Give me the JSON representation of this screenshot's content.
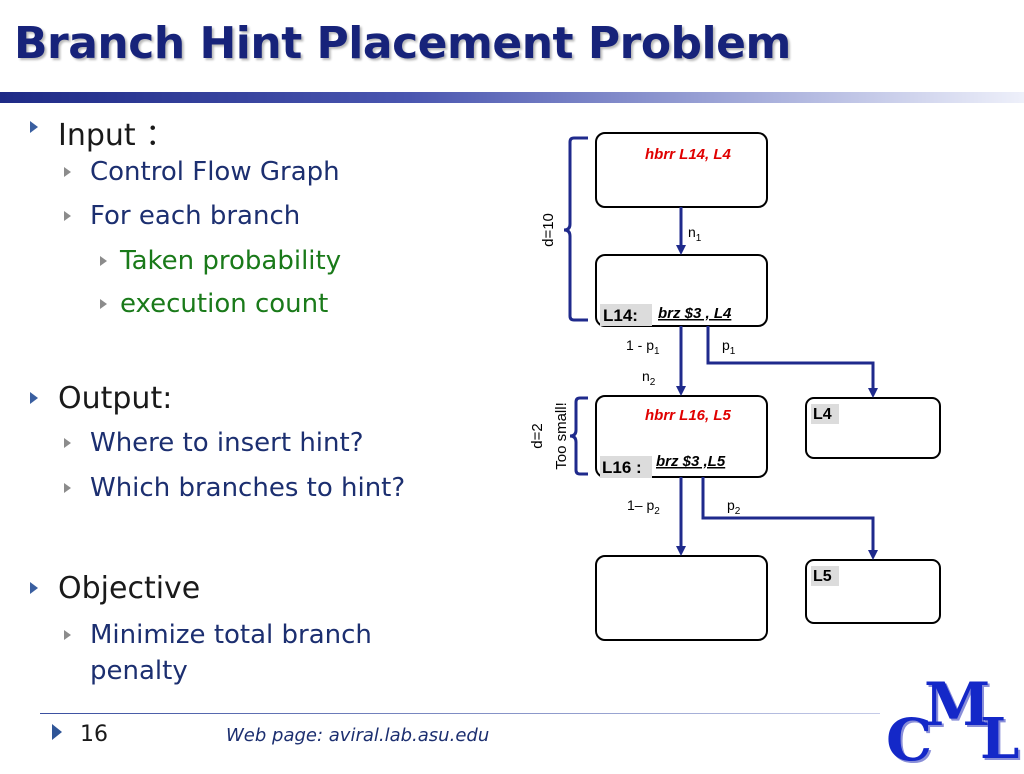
{
  "title": "Branch Hint Placement Problem",
  "bullets": {
    "input": "Input ：",
    "control_flow_graph": "Control Flow Graph",
    "for_each_branch": "For each branch",
    "taken_probability": "Taken probability",
    "execution_count": "execution count",
    "output": "Output:",
    "where_insert": "Where to insert hint?",
    "which_branches": "Which branches to hint?",
    "objective": "Objective",
    "minimize_line1": "Minimize total branch",
    "minimize_line2": "penalty"
  },
  "diagram": {
    "block1_hint": "hbrr  L14, L4",
    "block2_label": "L14:",
    "block2_instr": "brz  $3 , L4",
    "block3_hint": "hbrr  L16, L5",
    "block3_label": "L16 :",
    "block3_instr": "brz  $3 ,L5",
    "block_l4": "L4",
    "block_l5": "L5",
    "d10": "d=10",
    "d2": "d=2",
    "too_small": "Too small!",
    "n1_base": "n",
    "n1_sub": "1",
    "n2_base": "n",
    "n2_sub": "2",
    "one_minus_p1_base": "1 - p",
    "one_minus_p1_sub": "1",
    "p1_base": "p",
    "p1_sub": "1",
    "one_minus_p2_base": "1– p",
    "one_minus_p2_sub": "2",
    "p2_base": "p",
    "p2_sub": "2",
    "hint_color": "#e00000",
    "arrow_color": "#1f2a8c"
  },
  "footer": {
    "page_number": "16",
    "web_page": "Web page:  aviral.lab.asu.edu"
  },
  "logo": {
    "c": "C",
    "m": "M",
    "l": "L"
  },
  "colors": {
    "title": "#17237a",
    "subbullet": "#1c2f70",
    "green": "#1a7a1a"
  }
}
